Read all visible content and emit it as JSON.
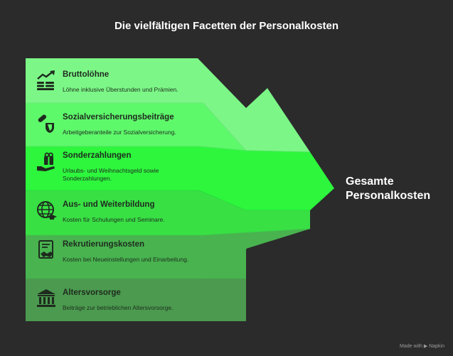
{
  "title": "Die vielfältigen Facetten der Personalkosten",
  "result_label": "Gesamte Personalkosten",
  "watermark": "Made with ▶ Napkin",
  "colors": {
    "background": "#2b2b2b",
    "band1": "#7cf787",
    "band2": "#5ef86b",
    "band3": "#2df63d",
    "band4": "#38e044",
    "band5": "#48b34f",
    "band6": "#4b9a4f"
  },
  "items": [
    {
      "heading": "Bruttolöhne",
      "description": "Löhne inklusive Überstunden und Prämien.",
      "icon": "money-growth-icon"
    },
    {
      "heading": "Sozialversicherungsbeiträge",
      "description": "Arbeitgeberanteile zur Sozialversicherung.",
      "icon": "shield-bandage-icon"
    },
    {
      "heading": "Sonderzahlungen",
      "description": "Urlaubs- und Weihnachtsgeld sowie Sonderzahlungen.",
      "icon": "gift-hand-icon"
    },
    {
      "heading": "Aus- und Weiterbildung",
      "description": "Kosten für Schulungen und Seminare.",
      "icon": "globe-graduation-icon"
    },
    {
      "heading": "Rekrutierungskosten",
      "description": "Kosten bei Neueinstellungen und Einarbeitung.",
      "icon": "document-handshake-icon"
    },
    {
      "heading": "Altersvorsorge",
      "description": "Beiträge zur betrieblichen Altersvorsorge.",
      "icon": "bank-building-icon"
    }
  ]
}
